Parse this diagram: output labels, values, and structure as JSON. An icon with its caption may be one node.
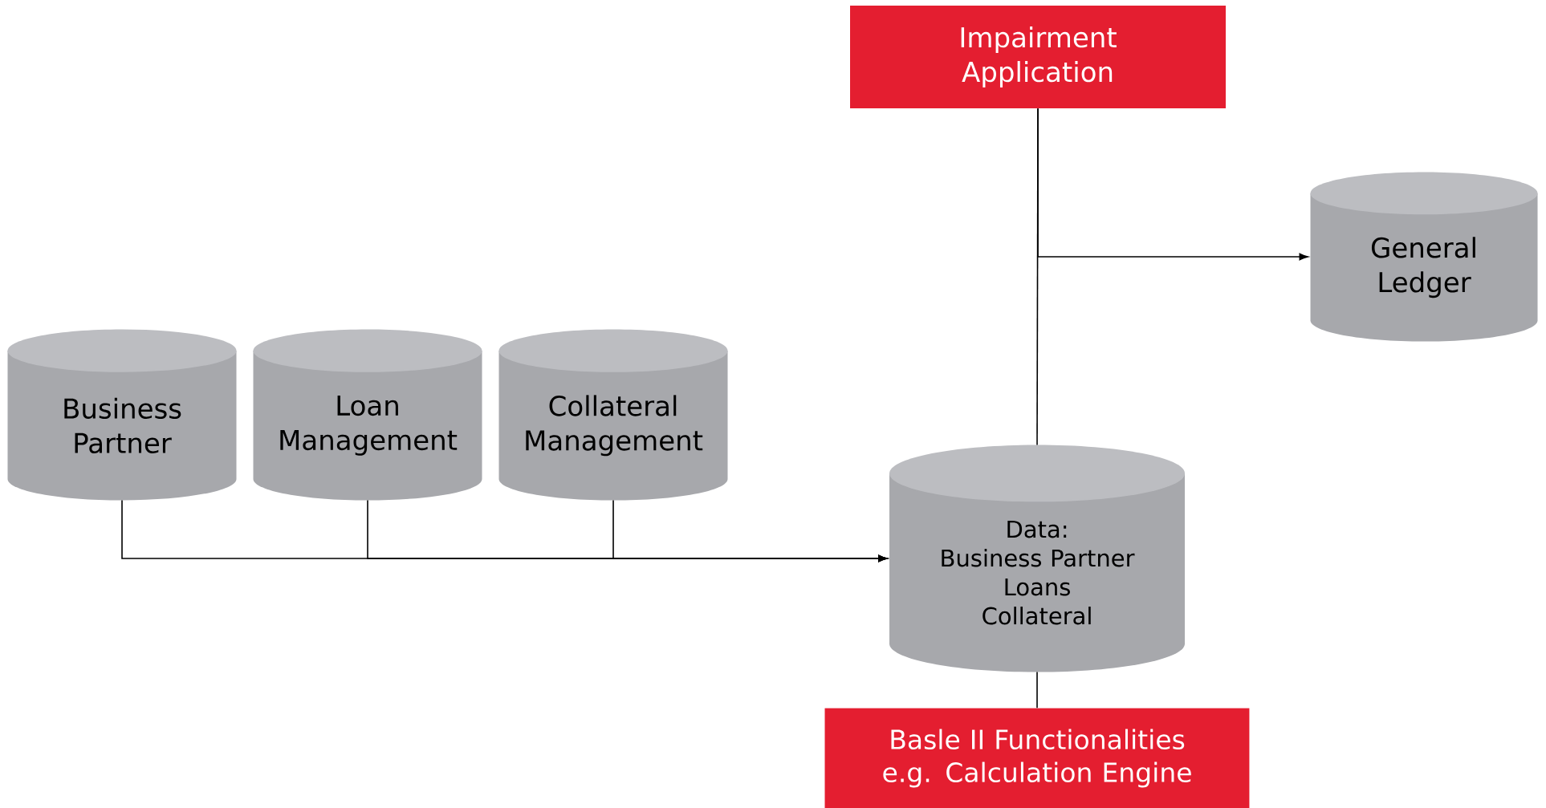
{
  "diagram": {
    "nodes": [
      {
        "text": [
          "Impairment Application"
        ]
      },
      {
        "text": [
          "General Ledger"
        ]
      },
      {
        "text": [
          "Business Partner"
        ]
      },
      {
        "text": [
          "Loan Management"
        ]
      },
      {
        "text": [
          "Collateral Management"
        ]
      },
      {
        "text": [
          "Data:",
          "Business Partner",
          "Loans",
          "Collateral"
        ]
      },
      {
        "text": [
          "Basle II Functionalities e.g. Calculation Engine"
        ]
      }
    ],
    "edges": [
      {
        "from": 0,
        "to": 5,
        "arrow": "none"
      },
      {
        "from": 0,
        "to": 1,
        "arrow": "to"
      },
      {
        "from": 2,
        "to": 5,
        "arrow": "to"
      },
      {
        "from": 3,
        "to": 5,
        "arrow": "to"
      },
      {
        "from": 4,
        "to": 5,
        "arrow": "to"
      },
      {
        "from": 5,
        "to": 6,
        "arrow": "none"
      }
    ]
  }
}
